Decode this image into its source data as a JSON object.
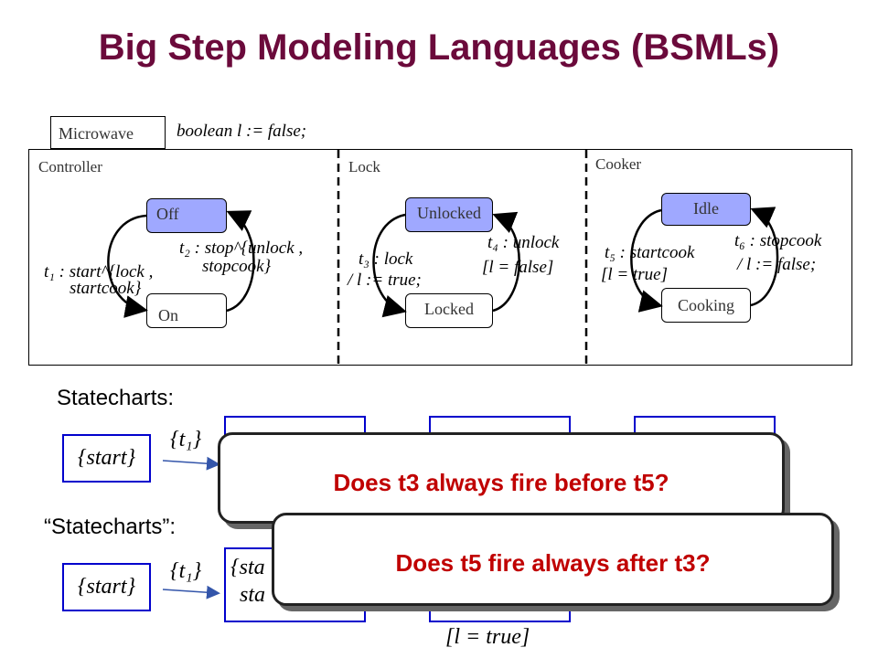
{
  "title": "Big Step Modeling Languages (BSMLs)",
  "model": {
    "tab_label": "Microwave",
    "declaration": "boolean l := false;",
    "regions": [
      {
        "name": "Controller",
        "states": [
          "Off",
          "On"
        ],
        "transitions": [
          {
            "id": "t2",
            "line1": "t₂ : stop^{unlock ,",
            "line2": "stopcook}"
          },
          {
            "id": "t1",
            "line1": "t₁ : start^{lock ,",
            "line2": "startcook}"
          }
        ]
      },
      {
        "name": "Lock",
        "states": [
          "Unlocked",
          "Locked"
        ],
        "transitions": [
          {
            "id": "t3",
            "line1": "t₃ : lock",
            "line2": "/ l := true;"
          },
          {
            "id": "t4",
            "line1": "t₄ : unlock",
            "line2": "[l = false]"
          }
        ]
      },
      {
        "name": "Cooker",
        "states": [
          "Idle",
          "Cooking"
        ],
        "transitions": [
          {
            "id": "t5",
            "line1": "t₅ : startcook",
            "line2": "[l = true]"
          },
          {
            "id": "t6",
            "line1": "t₆ : stopcook",
            "line2": "/ l := false;"
          }
        ]
      }
    ]
  },
  "sections": {
    "statecharts": "Statecharts:",
    "statecharts_quoted": "“Statecharts”:"
  },
  "sequence": {
    "start_box": "{start}",
    "arrow_label": "{t₁}",
    "partial_box_a_line1": "{sta",
    "partial_box_a_line2": "sta",
    "guard_label": "[l = true]"
  },
  "callouts": {
    "q1": "Does t3 always fire before t5?",
    "q2": "Does t5 fire always after t3?"
  },
  "colors": {
    "title": "#6b0a3b",
    "state_fill": "#9fa8ff",
    "box_border": "#0000cc",
    "callout_text": "#c00000"
  }
}
